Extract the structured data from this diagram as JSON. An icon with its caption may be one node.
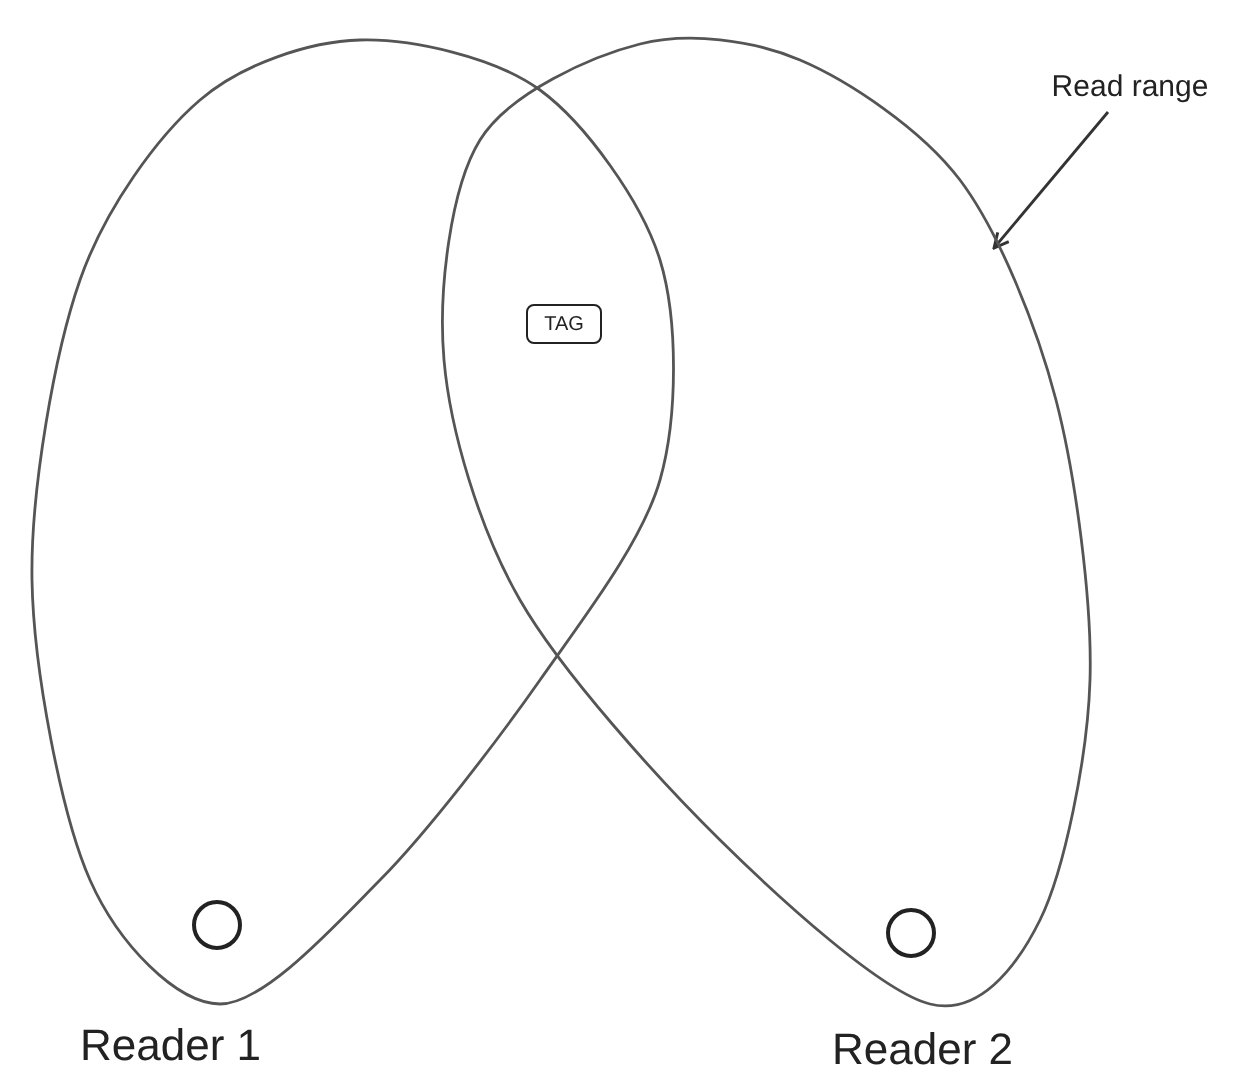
{
  "diagram": {
    "nodes": [
      {
        "text": [],
        "shape": "teardrop"
      },
      {
        "text": [],
        "shape": "teardrop"
      },
      {
        "text": [
          "TAG"
        ]
      },
      {
        "text": [],
        "shape": "circle",
        "in": 0,
        "beside": [
          "Reader 1"
        ]
      },
      {
        "text": [],
        "shape": "circle",
        "in": 1,
        "beside": [
          "Reader 2"
        ]
      },
      {
        "text": [
          "Read range"
        ]
      }
    ],
    "edges": [
      {
        "from": 5,
        "to": 1,
        "arrow": "to"
      }
    ]
  }
}
